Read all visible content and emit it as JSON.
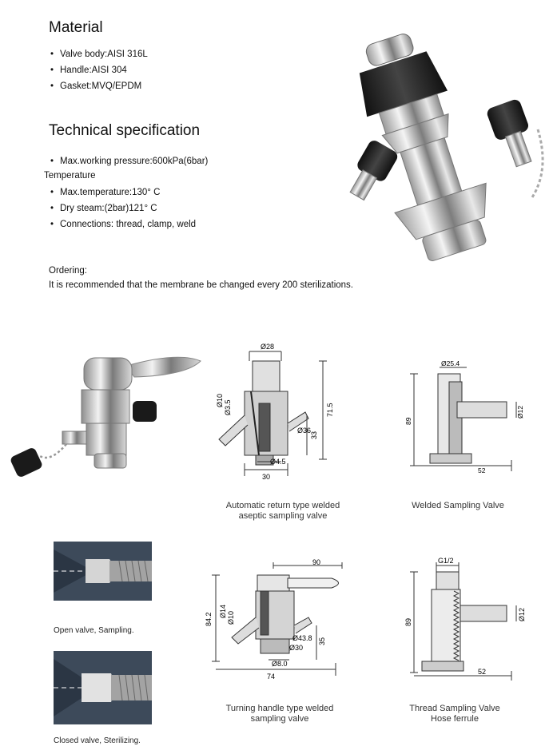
{
  "material": {
    "heading": "Material",
    "items": [
      "Valve body:AISI 316L",
      "Handle:AISI 304",
      "Gasket:MVQ/EPDM"
    ]
  },
  "technical": {
    "heading": "Technical specification",
    "pressure": "Max.working pressure:600kPa(6bar)",
    "temperature_label": "Temperature",
    "items": [
      "Max.temperature:130°  C",
      "Dry steam:(2bar)121°  C",
      "Connections: thread, clamp, weld"
    ]
  },
  "ordering": {
    "label": "Ordering:",
    "text": "It is recommended that the membrane be changed every 200 sterilizations."
  },
  "drawings": {
    "auto_return": {
      "caption_1": "Automatic return type welded",
      "caption_2": "aseptic sampling valve",
      "dims": {
        "d28": "Ø28",
        "d10": "Ø10",
        "d3_5": "Ø3.5",
        "h71_5": "71.5",
        "d36": "Ø36",
        "h33": "33",
        "d4_5": "Ø4.5",
        "w30": "30"
      }
    },
    "welded": {
      "caption": "Welded Sampling Valve",
      "dims": {
        "d25_4": "Ø25.4",
        "h89": "89",
        "d12": "Ø12",
        "w52": "52"
      }
    },
    "turning": {
      "caption_1": "Turning handle type welded",
      "caption_2": "sampling valve",
      "dims": {
        "w90": "90",
        "h84_2": "84.2",
        "d14": "Ø14",
        "d10": "Ø10",
        "d43_8": "Ø43.8",
        "d30": "Ø30",
        "h35": "35",
        "d8_0": "Ø8.0",
        "w74": "74"
      }
    },
    "thread": {
      "caption_1": "Thread Sampling Valve",
      "caption_2": "Hose ferrule",
      "dims": {
        "g1_2": "G1/2",
        "h89": "89",
        "d12": "Ø12",
        "w52": "52"
      }
    }
  },
  "photos": {
    "open_caption": "Open valve, Sampling.",
    "closed_caption": "Closed valve, Sterilizing."
  }
}
